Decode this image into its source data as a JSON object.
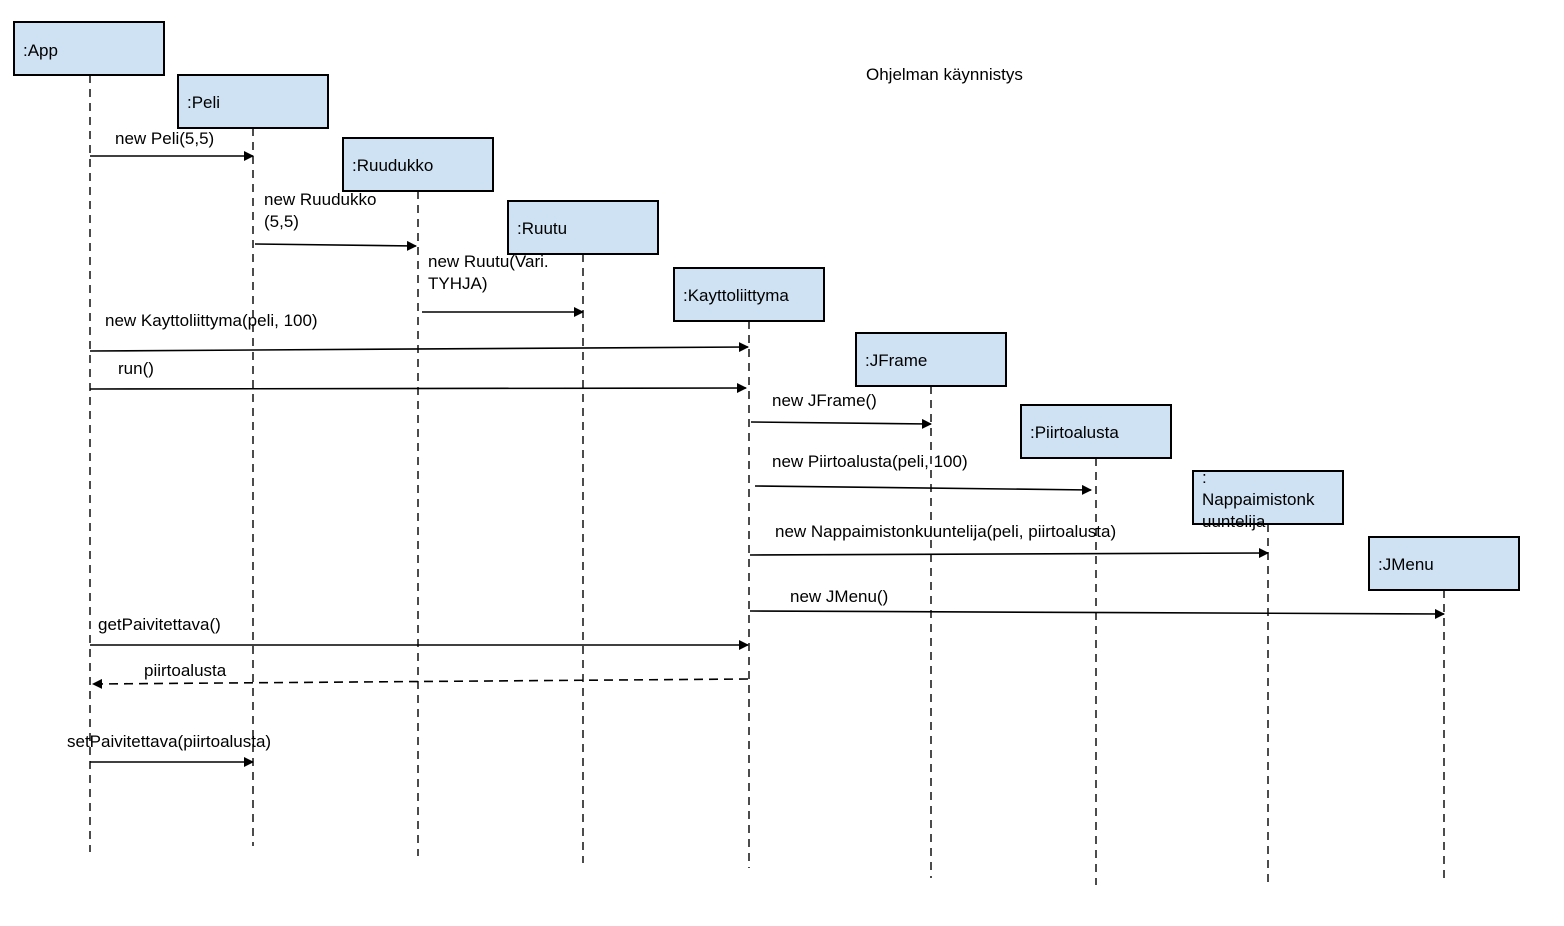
{
  "title": "Ohjelman käynnistys",
  "participants": [
    {
      "id": "app",
      "lines": [
        ":App"
      ]
    },
    {
      "id": "peli",
      "lines": [
        ":Peli"
      ]
    },
    {
      "id": "ruudukko",
      "lines": [
        ":Ruudukko"
      ]
    },
    {
      "id": "ruutu",
      "lines": [
        ":Ruutu"
      ]
    },
    {
      "id": "kayttoliittyma",
      "lines": [
        ":Kayttoliittyma"
      ]
    },
    {
      "id": "jframe",
      "lines": [
        ":JFrame"
      ]
    },
    {
      "id": "piirtoalusta",
      "lines": [
        ":Piirtoalusta"
      ]
    },
    {
      "id": "nappaimistonkuuntelija",
      "lines": [
        ":",
        "Nappaimistonk",
        "uuntelija"
      ]
    },
    {
      "id": "jmenu",
      "lines": [
        ":JMenu"
      ]
    }
  ],
  "messages": [
    {
      "id": "m1",
      "lines": [
        "new Peli(5,5)"
      ],
      "from": "app",
      "to": "peli",
      "kind": "call"
    },
    {
      "id": "m2",
      "lines": [
        "new Ruudukko",
        "(5,5)"
      ],
      "from": "peli",
      "to": "ruudukko",
      "kind": "call"
    },
    {
      "id": "m3",
      "lines": [
        "new Ruutu(Vari.",
        "TYHJA)"
      ],
      "from": "ruudukko",
      "to": "ruutu",
      "kind": "call"
    },
    {
      "id": "m4",
      "lines": [
        "new Kayttoliittyma(peli, 100)"
      ],
      "from": "app",
      "to": "kayttoliittyma",
      "kind": "call"
    },
    {
      "id": "m5",
      "lines": [
        "run()"
      ],
      "from": "app",
      "to": "kayttoliittyma",
      "kind": "call"
    },
    {
      "id": "m6",
      "lines": [
        "new JFrame()"
      ],
      "from": "kayttoliittyma",
      "to": "jframe",
      "kind": "call"
    },
    {
      "id": "m7",
      "lines": [
        "new Piirtoalusta(peli, 100)"
      ],
      "from": "kayttoliittyma",
      "to": "piirtoalusta",
      "kind": "call"
    },
    {
      "id": "m8",
      "lines": [
        "new Nappaimistonkuuntelija(peli, piirtoalusta)"
      ],
      "from": "kayttoliittyma",
      "to": "nappaimistonkuuntelija",
      "kind": "call"
    },
    {
      "id": "m9",
      "lines": [
        "new JMenu()"
      ],
      "from": "kayttoliittyma",
      "to": "jmenu",
      "kind": "call"
    },
    {
      "id": "m10",
      "lines": [
        "getPaivitettava()"
      ],
      "from": "app",
      "to": "kayttoliittyma",
      "kind": "call"
    },
    {
      "id": "m11",
      "lines": [
        "piirtoalusta"
      ],
      "from": "kayttoliittyma",
      "to": "app",
      "kind": "return"
    },
    {
      "id": "m12",
      "lines": [
        "setPaivitettava(piirtoalusta)"
      ],
      "from": "app",
      "to": "peli",
      "kind": "call"
    }
  ],
  "colors": {
    "box_fill": "#cfe2f3",
    "stroke": "#000000"
  }
}
